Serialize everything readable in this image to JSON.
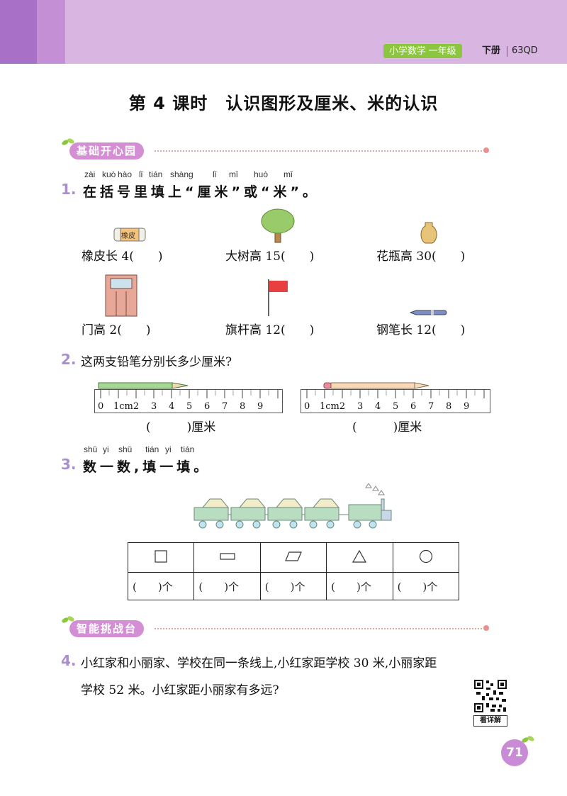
{
  "header": {
    "subject_tag": "小学数学 一年级",
    "volume": "下册",
    "code": "63QD"
  },
  "title": "第 4 课时　认识图形及厘米、米的认识",
  "section1": {
    "label": "基础开心园"
  },
  "q1": {
    "number": "1.",
    "pinyin": [
      "zài",
      "kuò",
      "hào",
      "lǐ",
      "tián",
      "shàng",
      "lǐ",
      "mǐ",
      "huò",
      "mǐ"
    ],
    "prompt": "在括号里填上“厘米”或“米”。",
    "items": [
      {
        "label": "橡皮长 4(　　)",
        "tag": "橡皮"
      },
      {
        "label": "大树高 15(　　)"
      },
      {
        "label": "花瓶高 30(　　)"
      },
      {
        "label": "门高 2(　　)"
      },
      {
        "label": "旗杆高 12(　　)"
      },
      {
        "label": "钢笔长 12(　　)"
      }
    ]
  },
  "q2": {
    "number": "2.",
    "prompt": "这两支铅笔分别长多少厘米?",
    "ruler_numbers": [
      "0",
      "1cm2",
      "3",
      "4",
      "5",
      "6",
      "7",
      "8",
      "9"
    ],
    "answers": [
      "(　　　)厘米",
      "(　　　)厘米"
    ]
  },
  "q3": {
    "number": "3.",
    "pinyin": [
      "shǔ",
      "yi",
      "shǔ",
      "tián",
      "yi",
      "tián"
    ],
    "prompt": "数一数,填一填。",
    "count_cells": [
      "(　　)个",
      "(　　)个",
      "(　　)个",
      "(　　)个",
      "(　　)个"
    ]
  },
  "section2": {
    "label": "智能挑战台"
  },
  "q4": {
    "number": "4.",
    "line1": "小红家和小丽家、学校在同一条线上,小红家距学校 30 米,小丽家距",
    "line2": "学校 52 米。小红家距小丽家有多远?",
    "qr_label": "看详解"
  },
  "page_number": "71",
  "colors": {
    "header": "#d9b5e2",
    "accent": "#d48fd4",
    "number": "#a98fd0",
    "tag": "#8cc63f"
  }
}
